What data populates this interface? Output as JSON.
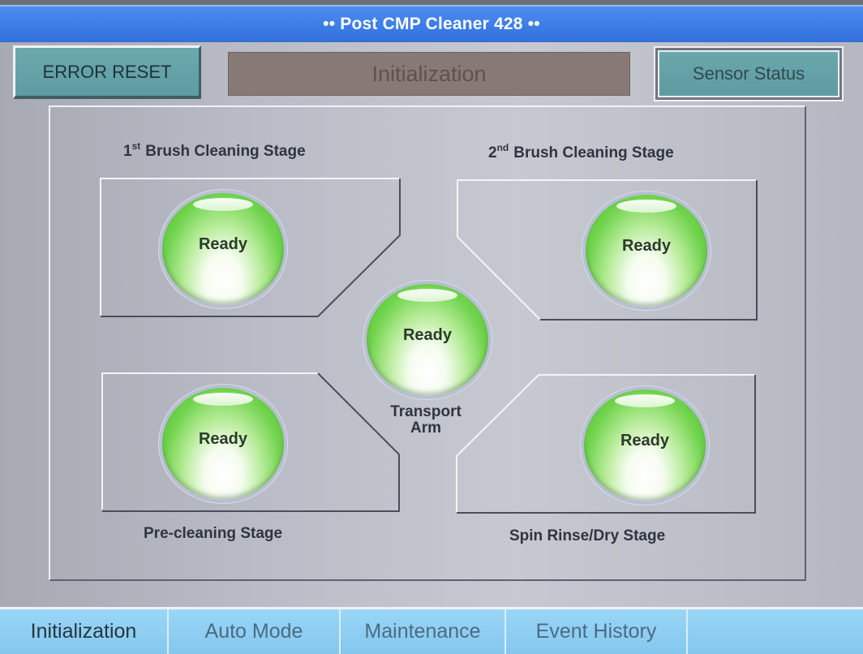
{
  "header": {
    "title": "•• Post CMP Cleaner 428 ••"
  },
  "toolbar": {
    "error_reset_label": "ERROR RESET",
    "mode_status": "Initialization",
    "sensor_status_label": "Sensor Status"
  },
  "stages": {
    "brush1": {
      "title_prefix": "1",
      "title_sup": "st",
      "title_rest": "Brush Cleaning Stage",
      "status": "Ready"
    },
    "brush2": {
      "title_prefix": "2",
      "title_sup": "nd",
      "title_rest": "Brush Cleaning Stage",
      "status": "Ready"
    },
    "transport": {
      "title_line1": "Transport",
      "title_line2": "Arm",
      "status": "Ready"
    },
    "preclean": {
      "title": "Pre-cleaning Stage",
      "status": "Ready"
    },
    "spin": {
      "title": "Spin Rinse/Dry Stage",
      "status": "Ready"
    }
  },
  "colors": {
    "title_bar": "#3b7be6",
    "button_teal": "#6ba9ad",
    "status_box": "#877a76",
    "led_green": "#6fd34c",
    "tab_blue": "#8ecdf0"
  },
  "tabs": [
    {
      "label": "Initialization",
      "active": true
    },
    {
      "label": "Auto Mode",
      "active": false
    },
    {
      "label": "Maintenance",
      "active": false
    },
    {
      "label": "Event History",
      "active": false
    },
    {
      "label": "",
      "active": false
    }
  ]
}
